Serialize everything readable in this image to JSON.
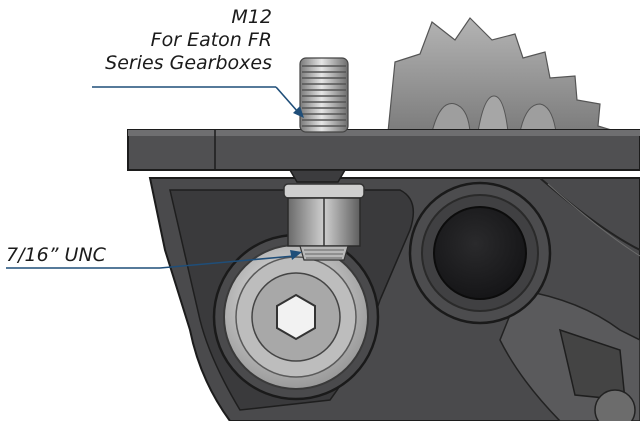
{
  "callouts": {
    "stud": {
      "line1": "M12",
      "line2": "For Eaton FR",
      "line3": "Series Gearboxes"
    },
    "nut": {
      "line1": "7/16” UNC"
    }
  },
  "colors": {
    "leader": "#1f4e79",
    "housing_dark": "#3c3c3e",
    "housing_mid": "#5a5a5c",
    "housing_light": "#8a8a8c",
    "gear": "#9c9c9c",
    "steel": "#c4c4c4"
  }
}
